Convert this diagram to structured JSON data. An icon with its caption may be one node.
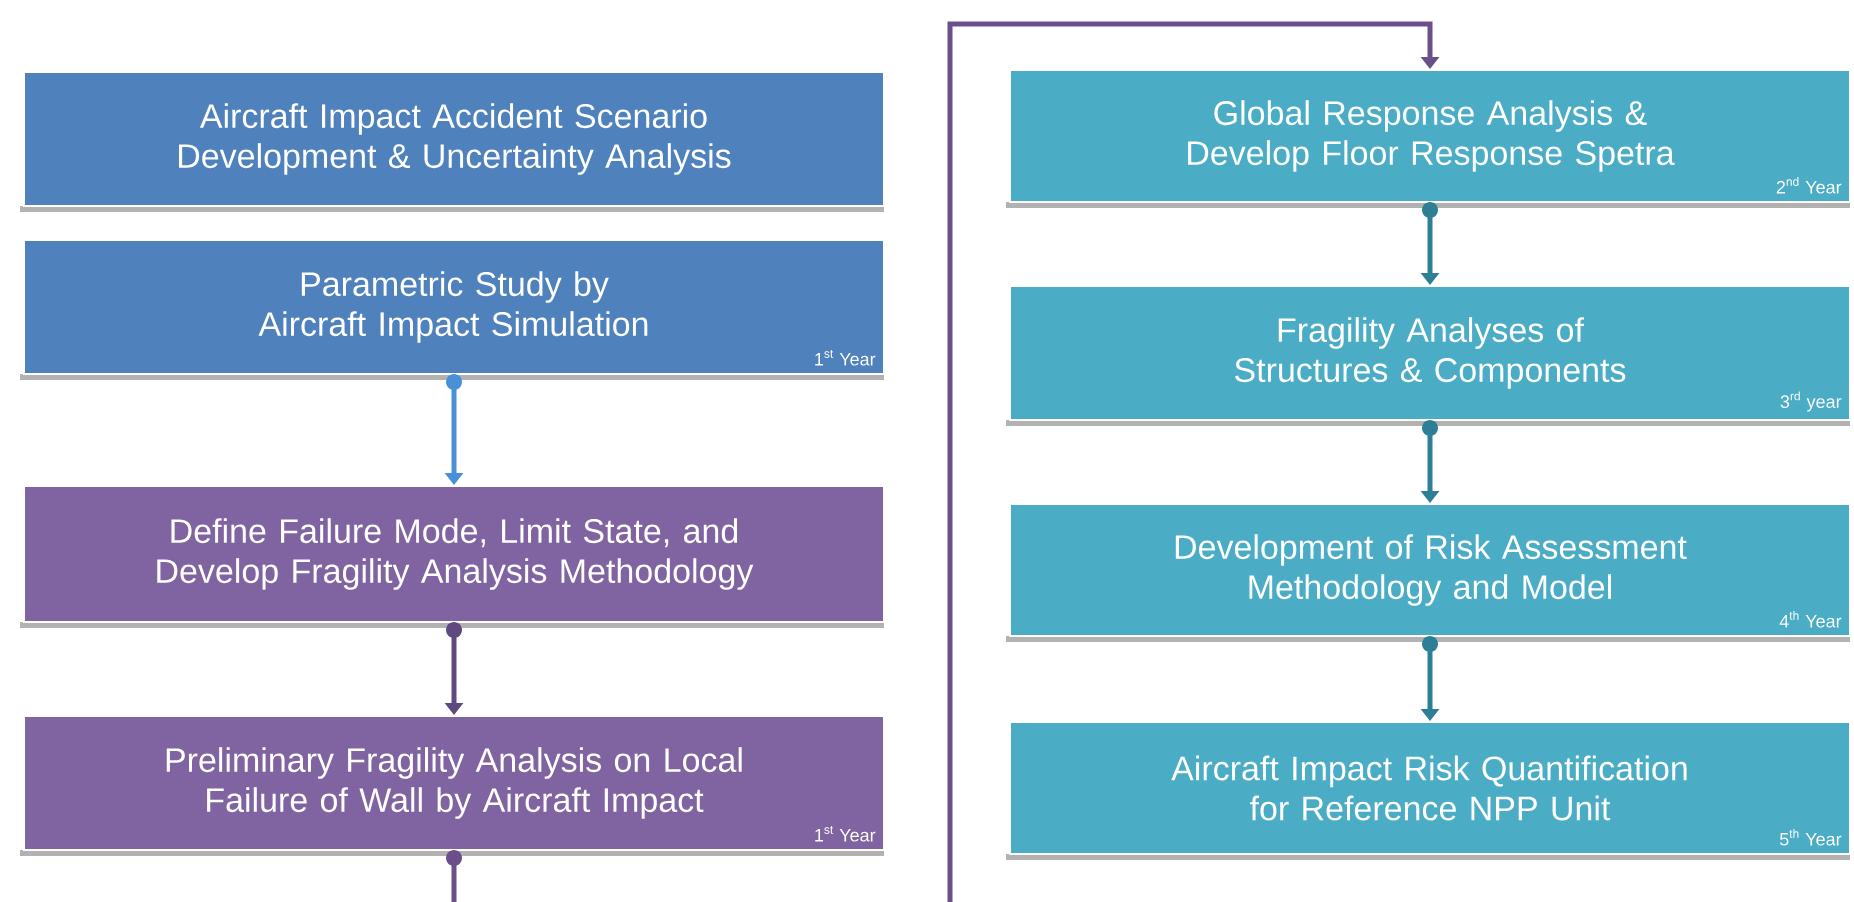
{
  "diagram": {
    "nodes": [
      {
        "text": [
          "Aircraft Impact Accident Scenario Development & Uncertainty Analysis"
        ]
      },
      {
        "text": [
          "Parametric Study by Aircraft Impact Simulation",
          "1$^{st}$ Year"
        ]
      },
      {
        "text": [
          "Define Failure Mode, Limit State, and Develop Fragility Analysis Methodology"
        ]
      },
      {
        "text": [
          "Preliminary Fragility Analysis on Local Failure of Wall by Aircraft Impact",
          "1$^{st}$ Year"
        ]
      },
      {
        "text": [
          "Global Response Analysis & Develop Floor Response Spetra",
          "2$^{nd}$ Year"
        ]
      },
      {
        "text": [
          "Fragility Analyses of Structures & Components",
          "3$^{rd}$ year"
        ]
      },
      {
        "text": [
          "Development of Risk Assessment Methodology and Model",
          "4$^{th}$ Year"
        ]
      },
      {
        "text": [
          "Aircraft Impact Risk Quantification for Reference NPP Unit",
          "5$^{th}$ Year"
        ]
      }
    ],
    "edges": [
      {
        "from": 1,
        "to": 2,
        "arrow": "to",
        "color": "#4a90d9"
      },
      {
        "from": 2,
        "to": 3,
        "arrow": "to",
        "color": "#5e4a80"
      },
      {
        "from": 3,
        "to": 4,
        "arrow": "to",
        "color": "#6b4f8a"
      },
      {
        "from": 4,
        "to": 5,
        "arrow": "to"
      },
      {
        "from": 5,
        "to": 6,
        "arrow": "to"
      },
      {
        "from": 6,
        "to": 7,
        "arrow": "to"
      }
    ]
  }
}
